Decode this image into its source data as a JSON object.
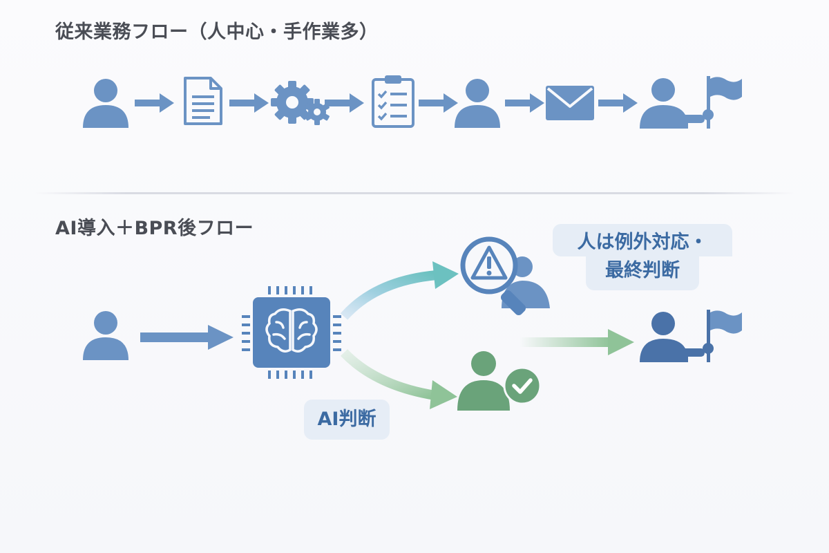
{
  "sections": {
    "legacy": {
      "title": "従来業務フロー（人中心・手作業多）",
      "steps": [
        {
          "icon": "person-icon"
        },
        {
          "icon": "document-icon"
        },
        {
          "icon": "gears-icon"
        },
        {
          "icon": "checklist-clipboard-icon"
        },
        {
          "icon": "person-icon"
        },
        {
          "icon": "mail-envelope-icon"
        },
        {
          "icon": "person-with-goal-flag-icon"
        }
      ]
    },
    "new": {
      "title": "AI導入＋BPR後フロー",
      "callout_human_line1": "人は例外対応・",
      "callout_human_line2": "最終判断",
      "callout_ai": "AI判断",
      "icons": [
        "person-icon",
        "ai-brain-chip-icon",
        "exception-warning-search-person-icon",
        "approved-person-check-icon",
        "person-with-goal-flag-icon"
      ]
    }
  },
  "colors": {
    "icon_blue": "#6b93c4",
    "icon_blue_dark": "#4f78ae",
    "chip_blue": "#5784bb",
    "goal_blue_dark": "#4a72a8",
    "teal_arrow": "#6cc1c0",
    "green": "#6aa37a",
    "green_arrow": "#8fc398",
    "callout_bg": "#e6edf6",
    "callout_text": "#3b6aa2",
    "title_text": "#4a4d55"
  }
}
